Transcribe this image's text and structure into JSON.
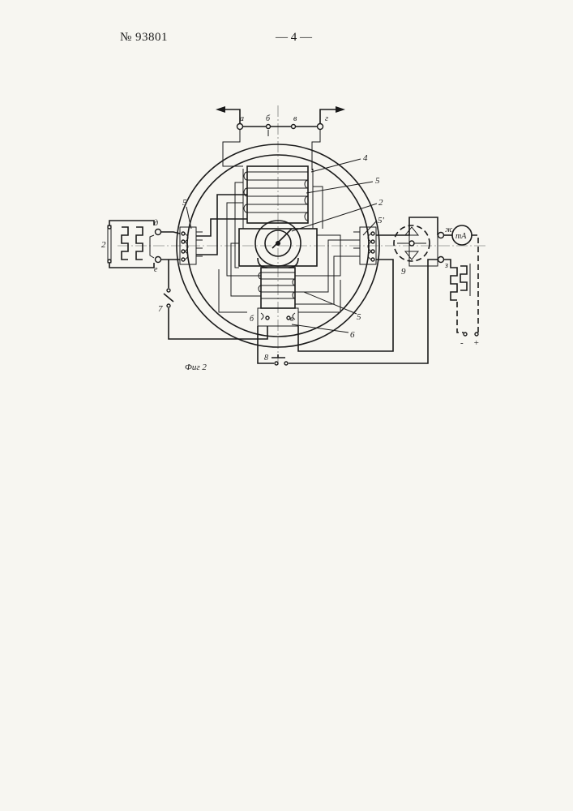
{
  "header": {
    "patent_number": "№ 93801",
    "page_marker": "— 4 —"
  },
  "figure": {
    "caption": "Фиг 2",
    "terminals": {
      "a": "а",
      "b": "б",
      "v": "в",
      "g": "г",
      "d": "д",
      "e": "е",
      "zh": "ж",
      "z": "з",
      "b2": "б",
      "v2": "в",
      "eight": "8"
    },
    "labels": {
      "n4": "4",
      "n5_top": "5",
      "n2": "2",
      "n5_left": "5",
      "n5_right": "5'",
      "n9": "9",
      "n7": "7",
      "n5_bottom": "5",
      "n6": "6",
      "z_left": "2",
      "meter": "mA",
      "minus": "-",
      "plus": "+"
    }
  }
}
